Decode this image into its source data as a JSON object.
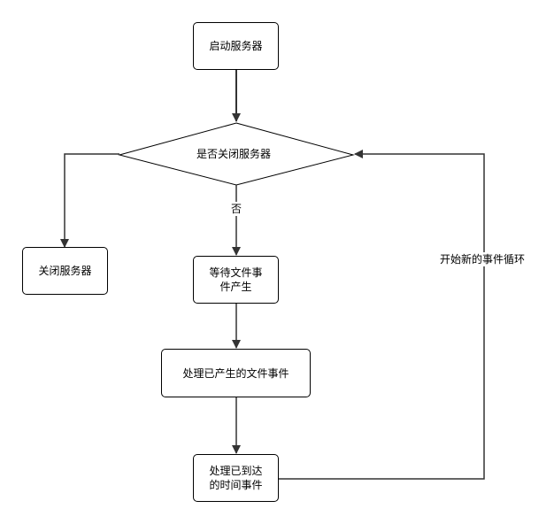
{
  "nodes": {
    "start": "启动服务器",
    "decision": "是否关闭服务器",
    "shutdown": "关闭服务器",
    "wait_file_event": "等待文件事件产生",
    "process_file_event": "处理已产生的文件事件",
    "process_time_event": "处理已到达的时间事件"
  },
  "labels": {
    "no": "否",
    "loop": "开始新的事件循环"
  },
  "colors": {
    "stroke": "#000000",
    "arrow": "#333333",
    "fill": "#ffffff"
  }
}
